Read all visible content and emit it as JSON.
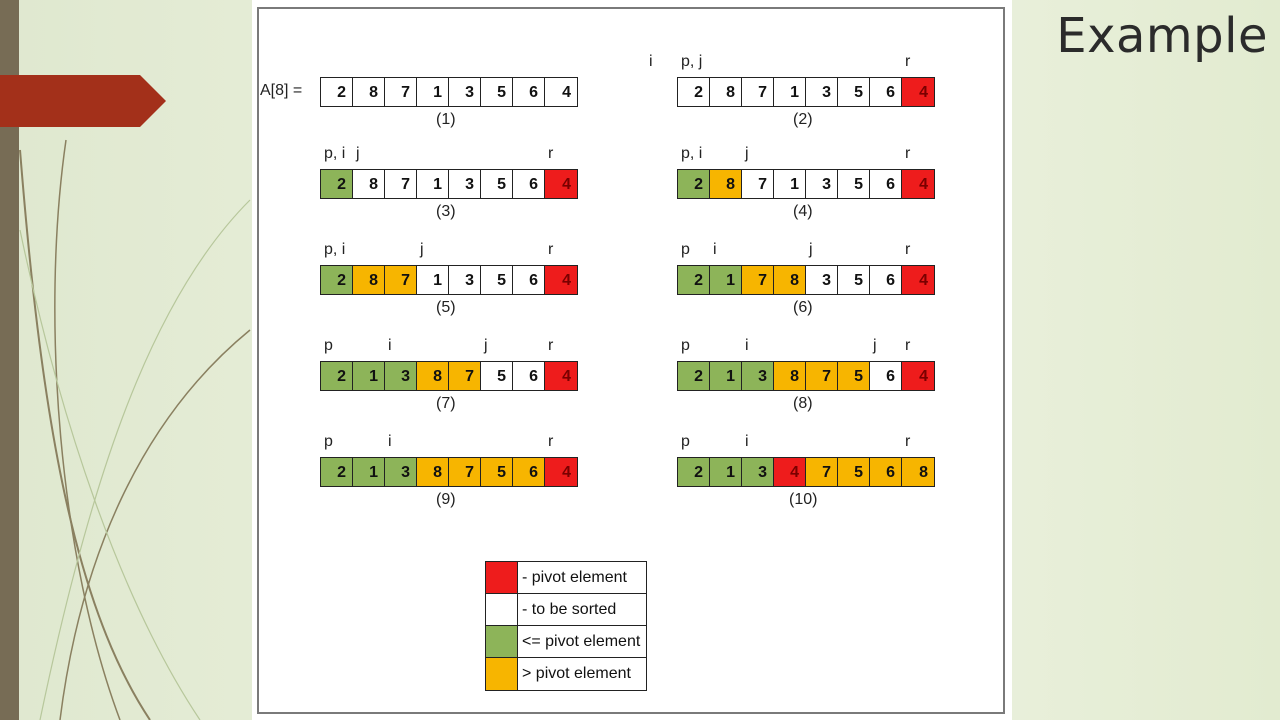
{
  "slide": {
    "title": "Example"
  },
  "figure": {
    "initial_label": "A[8] =",
    "steps": [
      {
        "caption": "(1)",
        "pointers": [],
        "cells": [
          {
            "v": "2",
            "c": "white"
          },
          {
            "v": "8",
            "c": "white"
          },
          {
            "v": "7",
            "c": "white"
          },
          {
            "v": "1",
            "c": "white"
          },
          {
            "v": "3",
            "c": "white"
          },
          {
            "v": "5",
            "c": "white"
          },
          {
            "v": "6",
            "c": "white"
          },
          {
            "v": "4",
            "c": "white"
          }
        ]
      },
      {
        "caption": "(2)",
        "pointers": [
          {
            "t": "i",
            "pos": -1
          },
          {
            "t": "p, j",
            "pos": 0
          },
          {
            "t": "r",
            "pos": 7
          }
        ],
        "cells": [
          {
            "v": "2",
            "c": "white"
          },
          {
            "v": "8",
            "c": "white"
          },
          {
            "v": "7",
            "c": "white"
          },
          {
            "v": "1",
            "c": "white"
          },
          {
            "v": "3",
            "c": "white"
          },
          {
            "v": "5",
            "c": "white"
          },
          {
            "v": "6",
            "c": "white"
          },
          {
            "v": "4",
            "c": "red"
          }
        ]
      },
      {
        "caption": "(3)",
        "pointers": [
          {
            "t": "p, i",
            "pos": 0
          },
          {
            "t": "j",
            "pos": 1
          },
          {
            "t": "r",
            "pos": 7
          }
        ],
        "cells": [
          {
            "v": "2",
            "c": "green"
          },
          {
            "v": "8",
            "c": "white"
          },
          {
            "v": "7",
            "c": "white"
          },
          {
            "v": "1",
            "c": "white"
          },
          {
            "v": "3",
            "c": "white"
          },
          {
            "v": "5",
            "c": "white"
          },
          {
            "v": "6",
            "c": "white"
          },
          {
            "v": "4",
            "c": "red"
          }
        ]
      },
      {
        "caption": "(4)",
        "pointers": [
          {
            "t": "p, i",
            "pos": 0
          },
          {
            "t": "j",
            "pos": 2
          },
          {
            "t": "r",
            "pos": 7
          }
        ],
        "cells": [
          {
            "v": "2",
            "c": "green"
          },
          {
            "v": "8",
            "c": "orange"
          },
          {
            "v": "7",
            "c": "white"
          },
          {
            "v": "1",
            "c": "white"
          },
          {
            "v": "3",
            "c": "white"
          },
          {
            "v": "5",
            "c": "white"
          },
          {
            "v": "6",
            "c": "white"
          },
          {
            "v": "4",
            "c": "red"
          }
        ]
      },
      {
        "caption": "(5)",
        "pointers": [
          {
            "t": "p, i",
            "pos": 0
          },
          {
            "t": "j",
            "pos": 3
          },
          {
            "t": "r",
            "pos": 7
          }
        ],
        "cells": [
          {
            "v": "2",
            "c": "green"
          },
          {
            "v": "8",
            "c": "orange"
          },
          {
            "v": "7",
            "c": "orange"
          },
          {
            "v": "1",
            "c": "white"
          },
          {
            "v": "3",
            "c": "white"
          },
          {
            "v": "5",
            "c": "white"
          },
          {
            "v": "6",
            "c": "white"
          },
          {
            "v": "4",
            "c": "red"
          }
        ]
      },
      {
        "caption": "(6)",
        "pointers": [
          {
            "t": "p",
            "pos": 0
          },
          {
            "t": "i",
            "pos": 1
          },
          {
            "t": "j",
            "pos": 4
          },
          {
            "t": "r",
            "pos": 7
          }
        ],
        "cells": [
          {
            "v": "2",
            "c": "green"
          },
          {
            "v": "1",
            "c": "green"
          },
          {
            "v": "7",
            "c": "orange"
          },
          {
            "v": "8",
            "c": "orange"
          },
          {
            "v": "3",
            "c": "white"
          },
          {
            "v": "5",
            "c": "white"
          },
          {
            "v": "6",
            "c": "white"
          },
          {
            "v": "4",
            "c": "red"
          }
        ]
      },
      {
        "caption": "(7)",
        "pointers": [
          {
            "t": "p",
            "pos": 0
          },
          {
            "t": "i",
            "pos": 2
          },
          {
            "t": "j",
            "pos": 5
          },
          {
            "t": "r",
            "pos": 7
          }
        ],
        "cells": [
          {
            "v": "2",
            "c": "green"
          },
          {
            "v": "1",
            "c": "green"
          },
          {
            "v": "3",
            "c": "green"
          },
          {
            "v": "8",
            "c": "orange"
          },
          {
            "v": "7",
            "c": "orange"
          },
          {
            "v": "5",
            "c": "white"
          },
          {
            "v": "6",
            "c": "white"
          },
          {
            "v": "4",
            "c": "red"
          }
        ]
      },
      {
        "caption": "(8)",
        "pointers": [
          {
            "t": "p",
            "pos": 0
          },
          {
            "t": "i",
            "pos": 2
          },
          {
            "t": "j",
            "pos": 6
          },
          {
            "t": "r",
            "pos": 7
          }
        ],
        "cells": [
          {
            "v": "2",
            "c": "green"
          },
          {
            "v": "1",
            "c": "green"
          },
          {
            "v": "3",
            "c": "green"
          },
          {
            "v": "8",
            "c": "orange"
          },
          {
            "v": "7",
            "c": "orange"
          },
          {
            "v": "5",
            "c": "orange"
          },
          {
            "v": "6",
            "c": "white"
          },
          {
            "v": "4",
            "c": "red"
          }
        ]
      },
      {
        "caption": "(9)",
        "pointers": [
          {
            "t": "p",
            "pos": 0
          },
          {
            "t": "i",
            "pos": 2
          },
          {
            "t": "r",
            "pos": 7
          }
        ],
        "cells": [
          {
            "v": "2",
            "c": "green"
          },
          {
            "v": "1",
            "c": "green"
          },
          {
            "v": "3",
            "c": "green"
          },
          {
            "v": "8",
            "c": "orange"
          },
          {
            "v": "7",
            "c": "orange"
          },
          {
            "v": "5",
            "c": "orange"
          },
          {
            "v": "6",
            "c": "orange"
          },
          {
            "v": "4",
            "c": "red"
          }
        ]
      },
      {
        "caption": "(10)",
        "pointers": [
          {
            "t": "p",
            "pos": 0
          },
          {
            "t": "i",
            "pos": 2
          },
          {
            "t": "r",
            "pos": 7
          }
        ],
        "cells": [
          {
            "v": "2",
            "c": "green"
          },
          {
            "v": "1",
            "c": "green"
          },
          {
            "v": "3",
            "c": "green"
          },
          {
            "v": "4",
            "c": "red"
          },
          {
            "v": "7",
            "c": "orange"
          },
          {
            "v": "5",
            "c": "orange"
          },
          {
            "v": "6",
            "c": "orange"
          },
          {
            "v": "8",
            "c": "orange"
          }
        ]
      }
    ],
    "legend": [
      {
        "text": "- pivot element",
        "c": "red"
      },
      {
        "text": "- to be sorted",
        "c": "white"
      },
      {
        "text": "<= pivot element",
        "c": "green"
      },
      {
        "text": "> pivot element",
        "c": "orange"
      }
    ],
    "colors": {
      "red": "#ee1c1c",
      "white": "#ffffff",
      "green": "#8db459",
      "orange": "#f7b500"
    }
  }
}
